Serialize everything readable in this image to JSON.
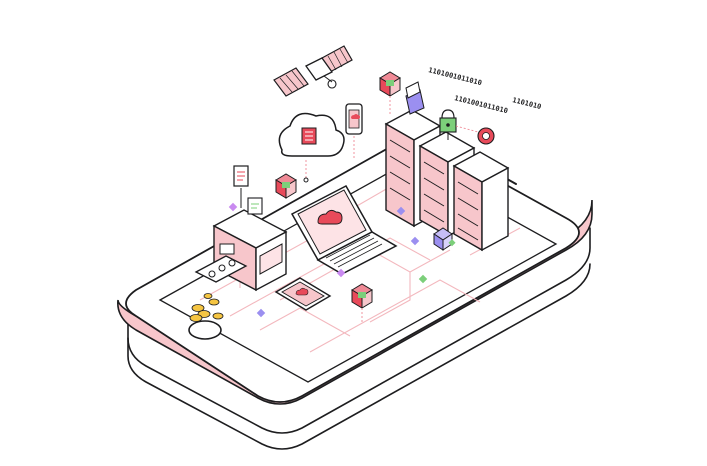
{
  "colors": {
    "accent": "#f7c6cb",
    "accent_dark": "#e75a67",
    "red": "#e84a5a",
    "green": "#7ccf7a",
    "purple": "#9b8ff0",
    "gold": "#f5c542",
    "outline": "#1d1d1f"
  },
  "binary": {
    "line1": "1101001011010",
    "line2": "1101001011010",
    "line3": "1101010"
  },
  "icons": [
    "smartphone-icon",
    "satellite-icon",
    "cloud-icon",
    "mobile-device-icon",
    "server-rack-icon",
    "laptop-icon",
    "tablet-icon",
    "vending-machine-icon",
    "coin-icon",
    "lock-icon",
    "document-icon",
    "folder-icon",
    "cube-icon"
  ]
}
